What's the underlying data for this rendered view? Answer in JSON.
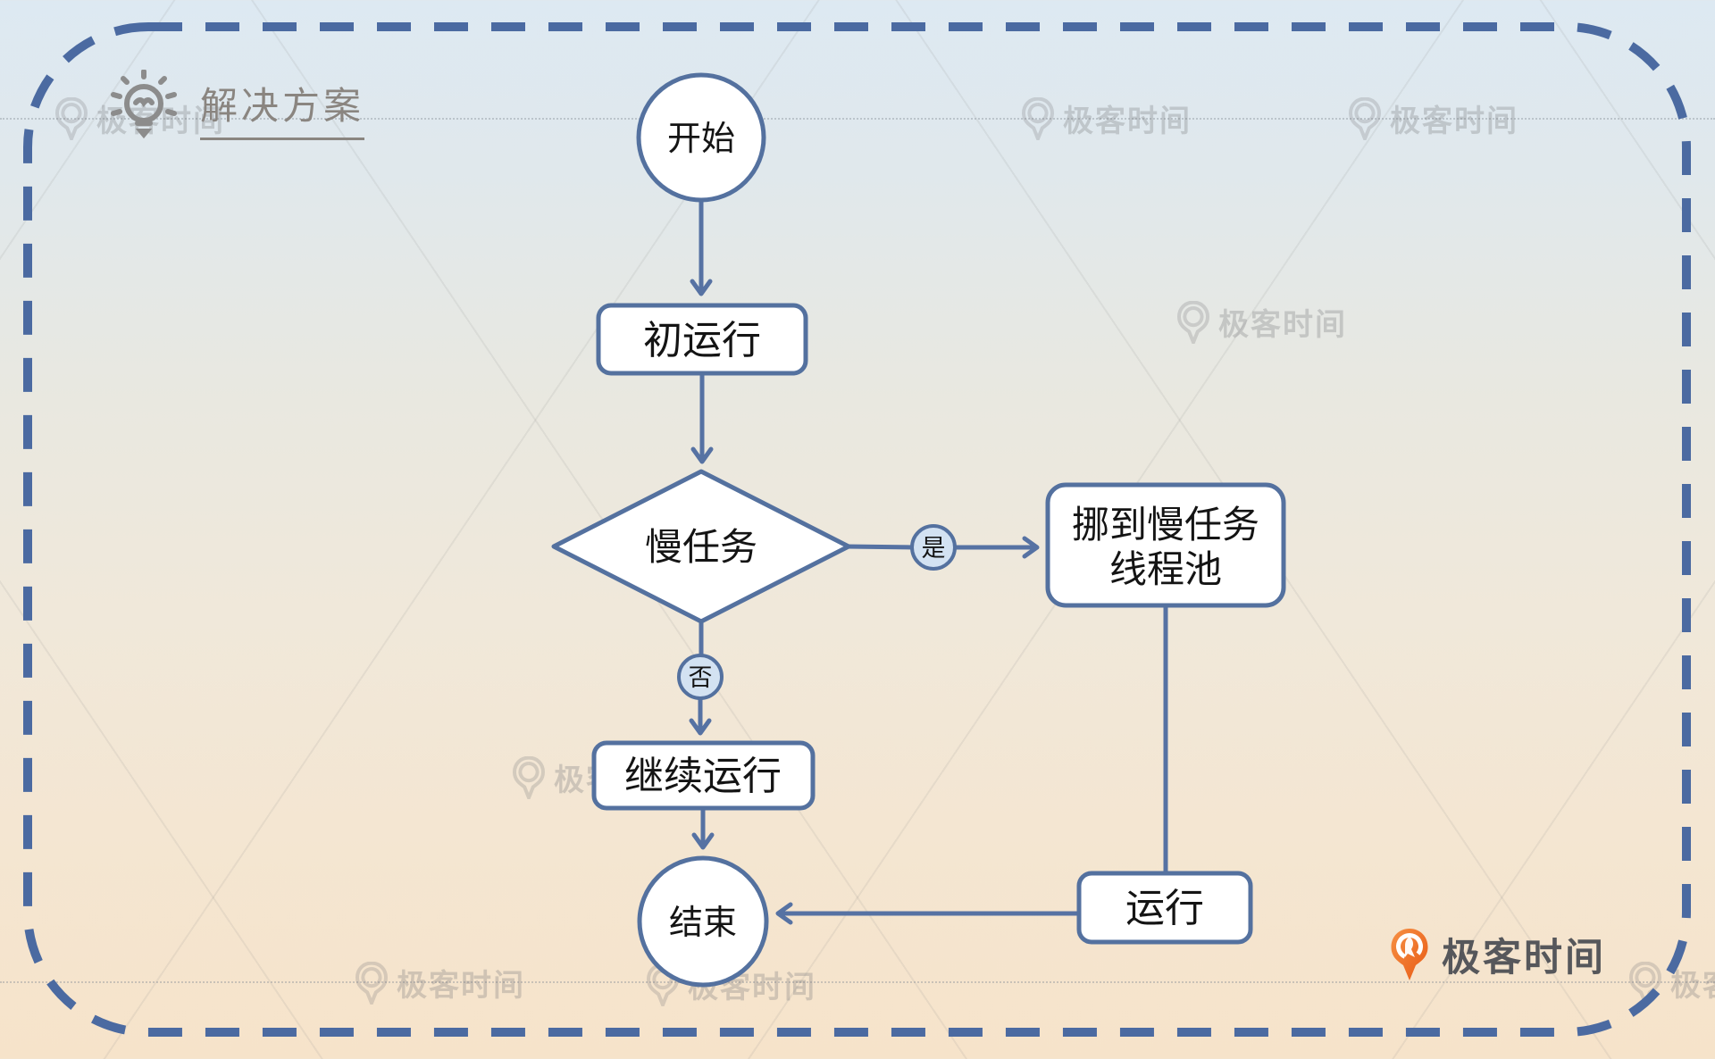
{
  "header": {
    "title": "解决方案"
  },
  "watermark": {
    "text": "极客时间"
  },
  "diagram": {
    "nodes": [
      {
        "id": "start",
        "type": "terminal",
        "label": "开始"
      },
      {
        "id": "init-run",
        "type": "process",
        "label": "初运行"
      },
      {
        "id": "slow-task",
        "type": "decision",
        "label": "慢任务"
      },
      {
        "id": "move-to-pool",
        "type": "process",
        "label": "挪到慢任务线程池",
        "line1": "挪到慢任务",
        "line2": "线程池"
      },
      {
        "id": "continue-run",
        "type": "process",
        "label": "继续运行"
      },
      {
        "id": "run",
        "type": "process",
        "label": "运行"
      },
      {
        "id": "end",
        "type": "terminal",
        "label": "结束"
      }
    ],
    "edges": [
      {
        "from": "start",
        "to": "init-run",
        "label": ""
      },
      {
        "from": "init-run",
        "to": "slow-task",
        "label": ""
      },
      {
        "from": "slow-task",
        "to": "move-to-pool",
        "label": "是"
      },
      {
        "from": "slow-task",
        "to": "continue-run",
        "label": "否"
      },
      {
        "from": "continue-run",
        "to": "end",
        "label": ""
      },
      {
        "from": "move-to-pool",
        "to": "run",
        "label": ""
      },
      {
        "from": "run",
        "to": "end",
        "label": ""
      }
    ]
  },
  "footer": {
    "brand": "极客时间"
  },
  "colors": {
    "accent": "#5672a3",
    "dashed_border": "#4b6aa1",
    "node_fill": "#ffffff",
    "decision_badge_fill": "#d3e2f2",
    "title_gray": "#8a8580",
    "brand_orange": "#ec6c1f",
    "brand_text": "#56575b",
    "background_top": "#dde9f2",
    "background_bottom": "#f6e3ca"
  }
}
